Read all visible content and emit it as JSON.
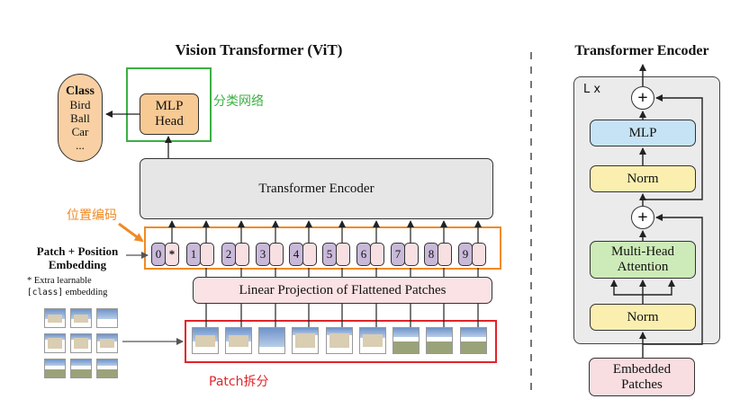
{
  "vit": {
    "title": "Vision Transformer (ViT)",
    "class_box": {
      "heading": "Class",
      "items": [
        "Bird",
        "Ball",
        "Car",
        "..."
      ]
    },
    "mlp_head": {
      "line1": "MLP",
      "line2": "Head"
    },
    "annot_classifier": "分类网络",
    "transformer_encoder": "Transformer Encoder",
    "annot_position": "位置编码",
    "tokens": [
      "0",
      "1",
      "2",
      "3",
      "4",
      "5",
      "6",
      "7",
      "8",
      "9"
    ],
    "class_token_mark": "*",
    "patch_label_line1": "Patch + Position",
    "patch_label_line2": "Embedding",
    "extra_note_line1": "* Extra learnable",
    "extra_note_code": "[class]",
    "extra_note_rest": "embedding",
    "linear_projection": "Linear Projection of Flattened Patches",
    "annot_patch": "Patch拆分"
  },
  "encoder": {
    "title": "Transformer Encoder",
    "repeat_label": "L x",
    "plus_symbol": "+",
    "mlp": "MLP",
    "norm_top": "Norm",
    "mha_line1": "Multi-Head",
    "mha_line2": "Attention",
    "norm_bottom": "Norm",
    "embedded_line1": "Embedded",
    "embedded_line2": "Patches"
  },
  "colors": {
    "green_annotation": "#3cb043",
    "orange_annotation": "#f08a24",
    "red_annotation": "#e0242a",
    "mlp_head_fill": "#f7c993",
    "class_fill": "#f9d0a3",
    "encoder_fill": "#e6e6e6",
    "token_purple": "#c9b9d9",
    "token_pink": "#f7dfe2",
    "projection_fill": "#fbe2e4",
    "mlp_blue": "#c6e3f5",
    "norm_yellow": "#fbefb0",
    "mha_green": "#cdebb8",
    "embedded_pink": "#f8dde1",
    "panel_gray": "#ebebeb"
  }
}
